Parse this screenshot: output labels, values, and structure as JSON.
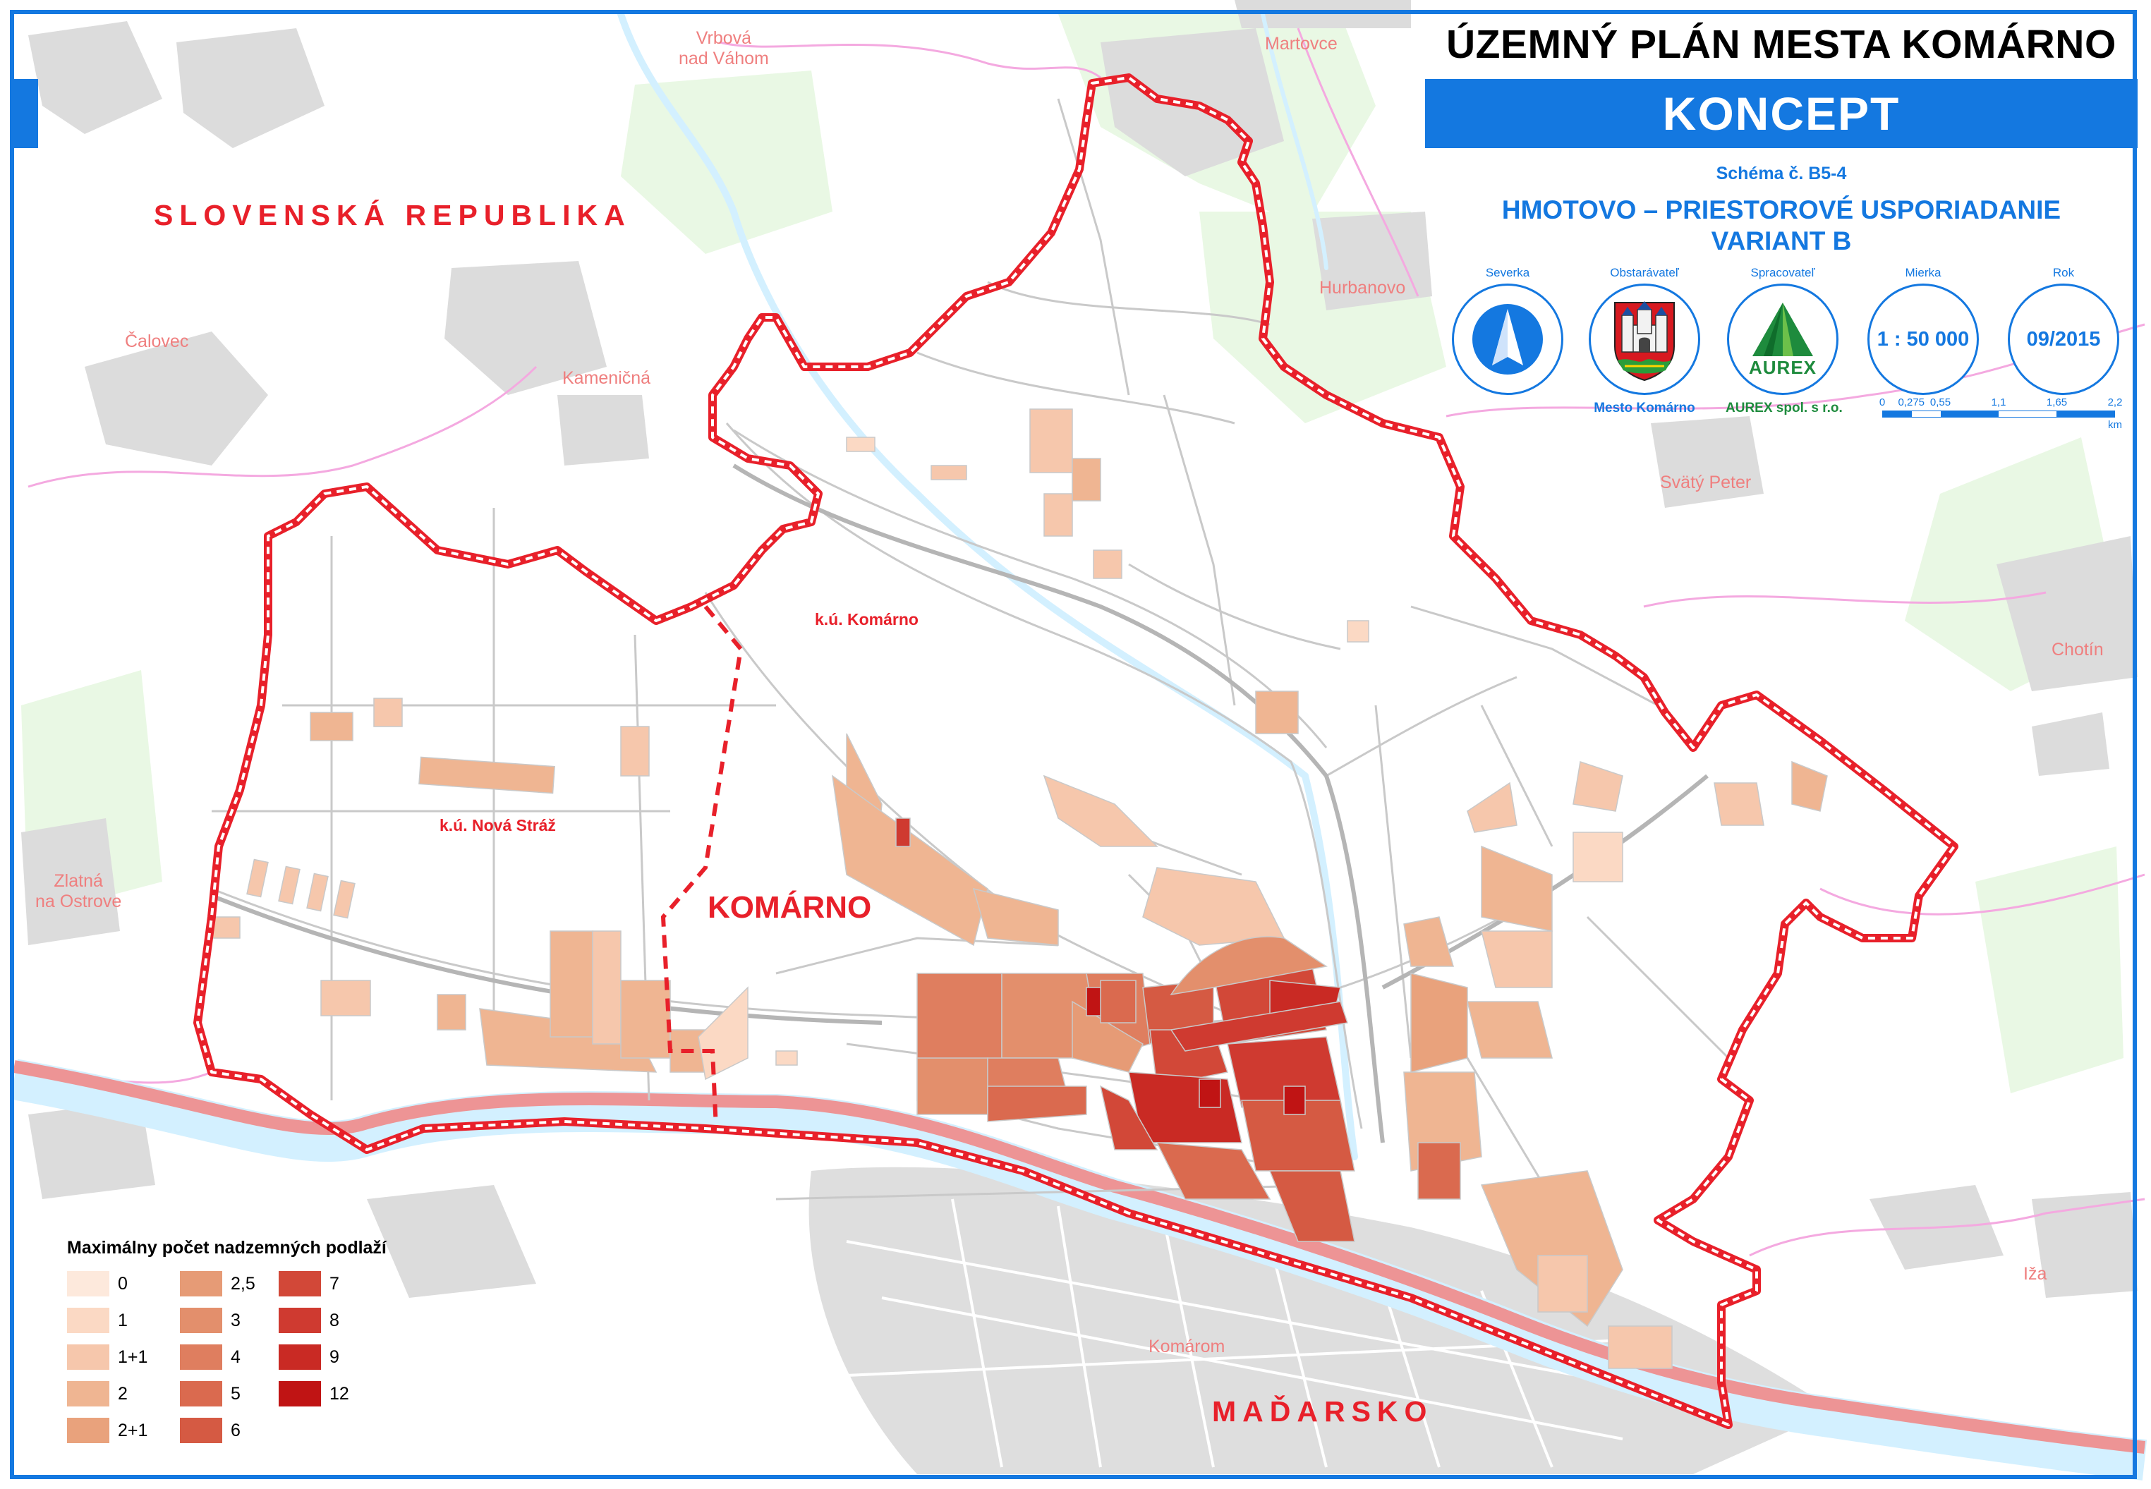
{
  "header": {
    "title": "ÚZEMNÝ PLÁN MESTA KOMÁRNO",
    "concept": "KONCEPT",
    "schema": "Schéma č. B5-4",
    "subtitle_line1": "HMOTOVO – PRIESTOROVÉ USPORIADANIE",
    "subtitle_line2": "VARIANT B"
  },
  "badges": {
    "north": {
      "caption": "Severka",
      "icon": "north-arrow-icon"
    },
    "procurer": {
      "caption": "Obstarávateľ",
      "icon": "coat-of-arms-icon",
      "footer": "Mesto Komárno"
    },
    "author": {
      "caption": "Spracovateľ",
      "icon": "aurex-logo-icon",
      "logo_text": "AUREX",
      "footer": "AUREX spol. s r.o."
    },
    "scale": {
      "caption": "Mierka",
      "value": "1 : 50 000"
    },
    "year": {
      "caption": "Rok",
      "value": "09/2015"
    }
  },
  "scalebar": {
    "ticks": [
      "0",
      "0,275",
      "0,55",
      "1,1",
      "1,65",
      "2,2"
    ],
    "tick_values_km": [
      0,
      0.275,
      0.55,
      1.1,
      1.65,
      2.2
    ],
    "unit": "km"
  },
  "map": {
    "countries": {
      "slovakia": "SLOVENSKÁ REPUBLIKA",
      "hungary": "MAĎARSKO"
    },
    "city": "KOMÁRNO",
    "cadastral": {
      "komarno": "k.ú. Komárno",
      "nova_straz": "k.ú. Nová Stráž"
    },
    "places": {
      "vrbova_1": "Vrbová",
      "vrbova_2": "nad Váhom",
      "martovce": "Martovce",
      "calovec": "Čalovec",
      "kamenicna": "Kameničná",
      "hurbanovo": "Hurbanovo",
      "svaty_peter": "Svätý Peter",
      "chotin": "Chotín",
      "zlatna_1": "Zlatná",
      "zlatna_2": "na Ostrove",
      "iza": "Iža",
      "komarom": "Komárom"
    },
    "colors": {
      "boundary": "#e8202a",
      "river": "#f08a8a",
      "roads": "#c8c8c8",
      "settlements": "#dcdcdc",
      "brand": "#1478e0"
    }
  },
  "legend": {
    "title": "Maximálny počet nadzemných podlaží",
    "items": [
      {
        "label": "0",
        "color": "#fde9dc"
      },
      {
        "label": "1",
        "color": "#fbd9c4"
      },
      {
        "label": "1+1",
        "color": "#f6c7ac"
      },
      {
        "label": "2",
        "color": "#efb592"
      },
      {
        "label": "2+1",
        "color": "#e9a27c"
      },
      {
        "label": "2,5",
        "color": "#e69b76"
      },
      {
        "label": "3",
        "color": "#e38f6c"
      },
      {
        "label": "4",
        "color": "#df7e5f"
      },
      {
        "label": "5",
        "color": "#da6a4f"
      },
      {
        "label": "6",
        "color": "#d55a43"
      },
      {
        "label": "7",
        "color": "#d24838"
      },
      {
        "label": "8",
        "color": "#cf3a30"
      },
      {
        "label": "9",
        "color": "#c92a24"
      },
      {
        "label": "12",
        "color": "#c01414"
      }
    ]
  }
}
